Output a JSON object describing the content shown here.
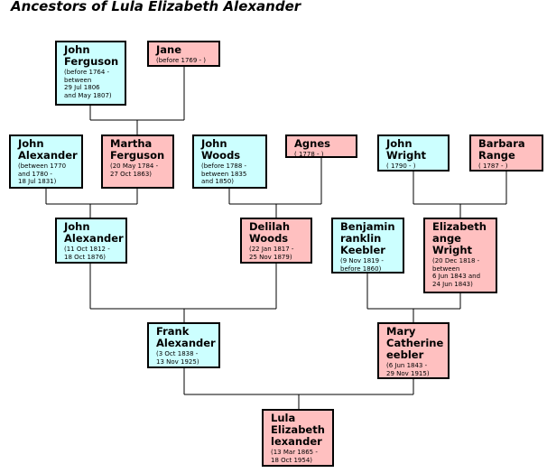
{
  "title": "Ancestors of Lula Elizabeth Alexander",
  "people": {
    "john_ferguson": {
      "name": "John\nFerguson",
      "dates": "(before 1764 -\nbetween\n29 Jul 1806\nand May 1807)"
    },
    "jane": {
      "name": "Jane",
      "dates": "(before 1769 - )"
    },
    "john_alexander_sr": {
      "name": "John\nAlexander",
      "dates": "(between 1770\nand 1780 -\n18 Jul 1831)"
    },
    "martha_ferguson": {
      "name": "Martha\nFerguson",
      "dates": "(20 May 1784 -\n27 Oct 1863)"
    },
    "john_woods": {
      "name": "John\nWoods",
      "dates": "(before 1788 -\nbetween 1835\nand 1850)"
    },
    "agnes": {
      "name": "Agnes",
      "dates": "( 1778 - )"
    },
    "john_wright": {
      "name": "John\nWright",
      "dates": "( 1790 - )"
    },
    "barbara_range": {
      "name": "Barbara\nRange",
      "dates": "( 1787 - )"
    },
    "john_alexander_jr": {
      "name": "John\nAlexander",
      "dates": "(11 Oct 1812 -\n18 Oct 1876)"
    },
    "delilah_woods": {
      "name": "Delilah\nWoods",
      "dates": "(22 Jan 1817 -\n25 Nov 1879)"
    },
    "benjamin_keebler": {
      "name": "Benjamin\nranklin\nKeebler",
      "dates": "(9 Nov 1819 -\nbefore 1860)"
    },
    "elizabeth_wright": {
      "name": "Elizabeth\nange\nWright",
      "dates": "(20 Dec 1818 -\nbetween\n6 Jun 1843 and\n24 Jun 1843)"
    },
    "frank_alexander": {
      "name": "Frank\nAlexander",
      "dates": "(3 Oct 1838 -\n13 Nov 1925)"
    },
    "mary_keebler": {
      "name": "Mary\nCatherine\neebler",
      "dates": "(6 Jun 1843 -\n29 Nov 1915)"
    },
    "lula_alexander": {
      "name": "Lula\nElizabeth\nlexander",
      "dates": "(13 Mar 1865 -\n18 Oct 1954)"
    }
  },
  "colors": {
    "male": "#ccffff",
    "female": "#ffc0c0",
    "border": "#000000"
  }
}
